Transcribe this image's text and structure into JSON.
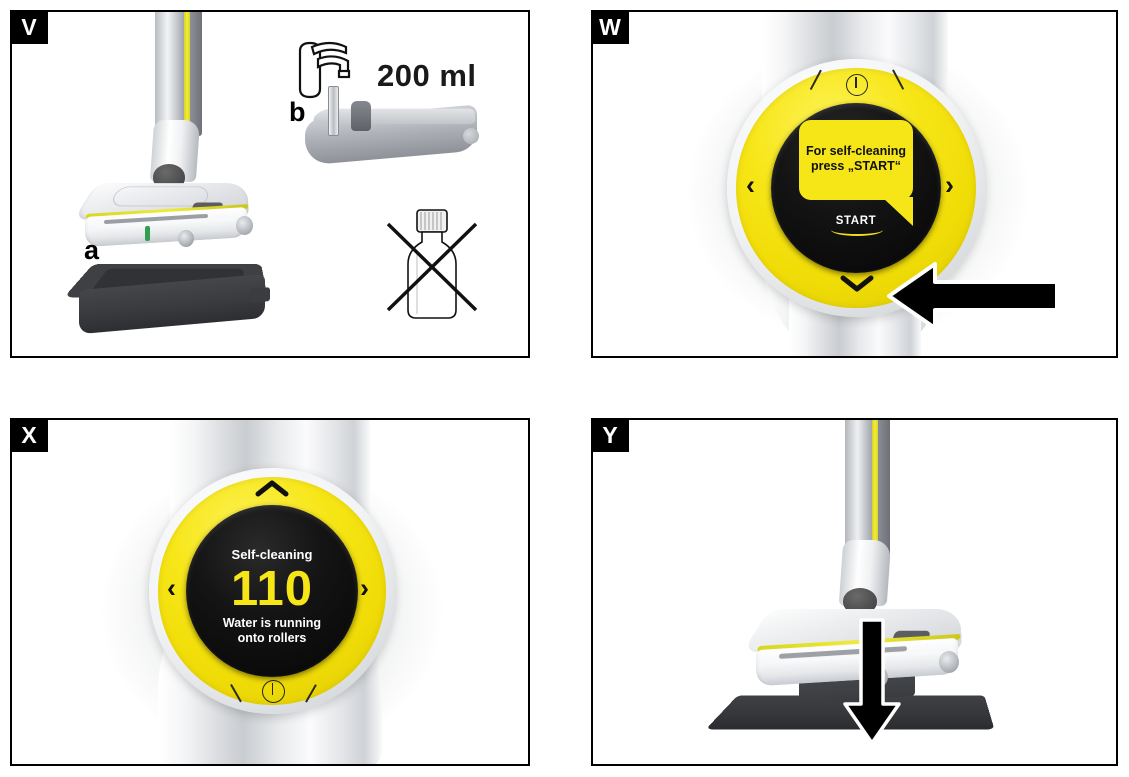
{
  "document": {
    "type": "appliance-instruction-manual-figure",
    "panels": [
      "V",
      "W",
      "X",
      "Y"
    ]
  },
  "panel_v": {
    "label": "V",
    "callout_a": "a",
    "callout_b": "b",
    "volume": "200 ml",
    "icons": {
      "tray": "cleaning-tray-icon",
      "mop_head": "floor-cleaner-head-icon",
      "faucet": "faucet-icon",
      "water_tank": "water-tank-icon",
      "no_detergent": "detergent-bottle-crossed-out-icon"
    }
  },
  "panel_w": {
    "label": "W",
    "display": {
      "bubble_line1": "For self-cleaning",
      "bubble_line2": "press „START“",
      "start_label": "START"
    },
    "controls": {
      "power": "power-icon",
      "left": "‹",
      "right": "›",
      "down": "chevron-down-icon"
    },
    "annotation": "arrow-pointing-to-down-button"
  },
  "panel_x": {
    "label": "X",
    "display": {
      "title": "Self-cleaning",
      "countdown": "110",
      "status_line1": "Water is running",
      "status_line2": "onto rollers"
    },
    "controls": {
      "up": "chevron-up-icon",
      "left": "‹",
      "right": "›",
      "power": "power-icon"
    }
  },
  "panel_y": {
    "label": "Y",
    "annotation": "arrow-pointing-down-onto-parking-station",
    "icons": {
      "mop_head": "floor-cleaner-head-icon",
      "parking_station": "parking-station-icon"
    }
  },
  "colors": {
    "brand_yellow": "#f7e617",
    "screen_black": "#080808",
    "dark_gray": "#3a3c40",
    "badge_black": "#000000"
  }
}
